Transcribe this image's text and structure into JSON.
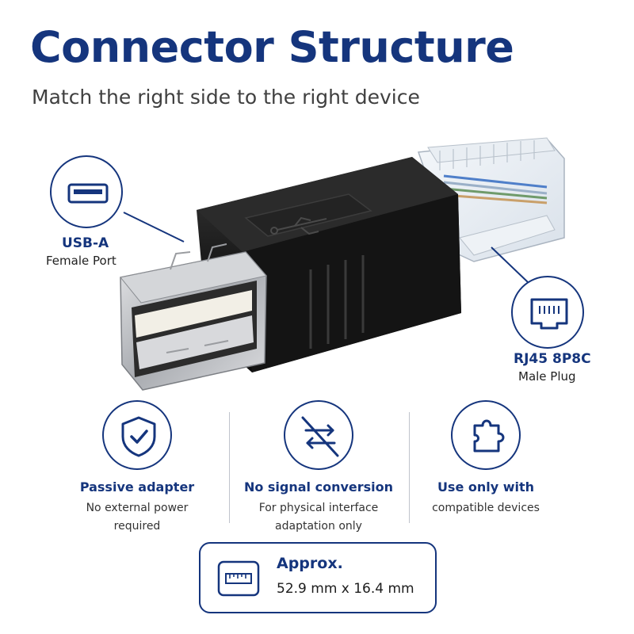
{
  "header": {
    "title": "Connector Structure",
    "subtitle": "Match the right side to the right device"
  },
  "callouts": {
    "usb": {
      "title": "USB-A",
      "subtitle": "Female Port",
      "icon": "usb-port-icon"
    },
    "rj45": {
      "title": "RJ45 8P8C",
      "subtitle": "Male Plug",
      "icon": "ethernet-port-icon"
    }
  },
  "features": [
    {
      "title": "Passive adapter",
      "desc_line1": "No external power",
      "desc_line2": "required",
      "icon": "shield-check-icon"
    },
    {
      "title": "No signal conversion",
      "desc_line1": "For physical interface",
      "desc_line2": "adaptation only",
      "icon": "no-conversion-icon"
    },
    {
      "title": "Use only with",
      "desc_line1": "compatible devices",
      "desc_line2": "",
      "icon": "puzzle-icon"
    }
  ],
  "size": {
    "title": "Approx.",
    "value": "52.9 mm x 16.4 mm",
    "icon": "ruler-icon"
  },
  "colors": {
    "accent": "#15357d",
    "body_black": "#1b1b1b",
    "metal": "#b9bcc0"
  }
}
